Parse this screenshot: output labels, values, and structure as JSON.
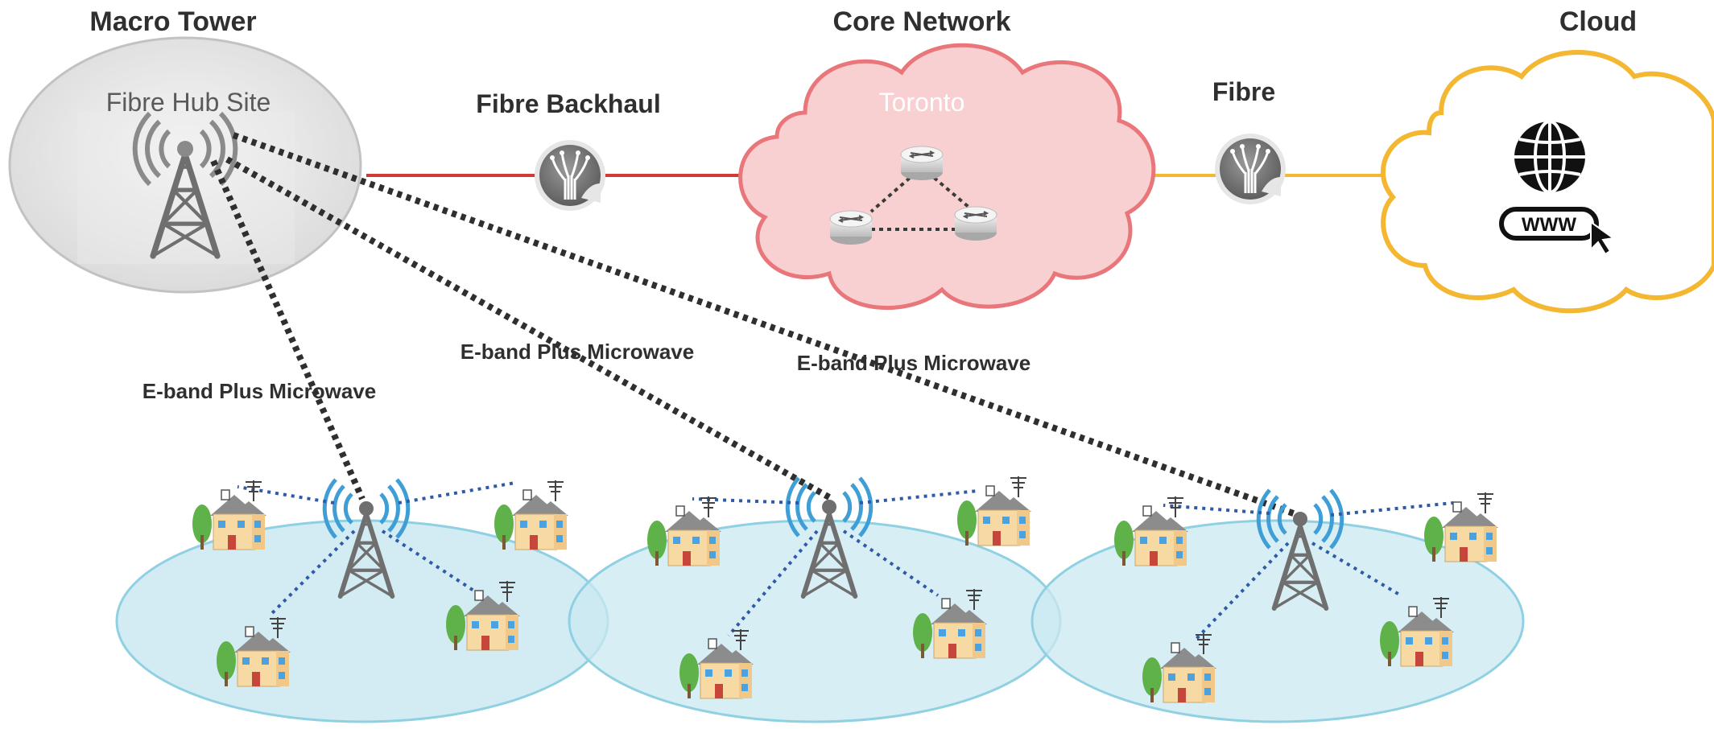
{
  "headers": {
    "macro_tower": "Macro Tower",
    "core_network": "Core Network",
    "cloud": "Cloud"
  },
  "labels": {
    "fibre_hub_site": "Fibre Hub Site",
    "fibre_backhaul": "Fibre Backhaul",
    "toronto": "Toronto",
    "fibre": "Fibre",
    "www": "WWW",
    "link_1": "E-band Plus Microwave",
    "link_2": "E-band Plus Microwave",
    "link_3": "E-band Plus Microwave"
  },
  "colors": {
    "backhaul_line": "#d23a34",
    "fibre_line": "#f4b731",
    "core_cloud_fill": "#f9d0d2",
    "core_cloud_stroke": "#e8767a",
    "internet_cloud_stroke": "#f4b731",
    "cell_fill": "#cbe8f1",
    "cell_stroke": "#8fd0e2",
    "microwave_link": "#2f2f2f",
    "local_link": "#2e5aa8",
    "antenna_wave": "#3f9ed6"
  }
}
